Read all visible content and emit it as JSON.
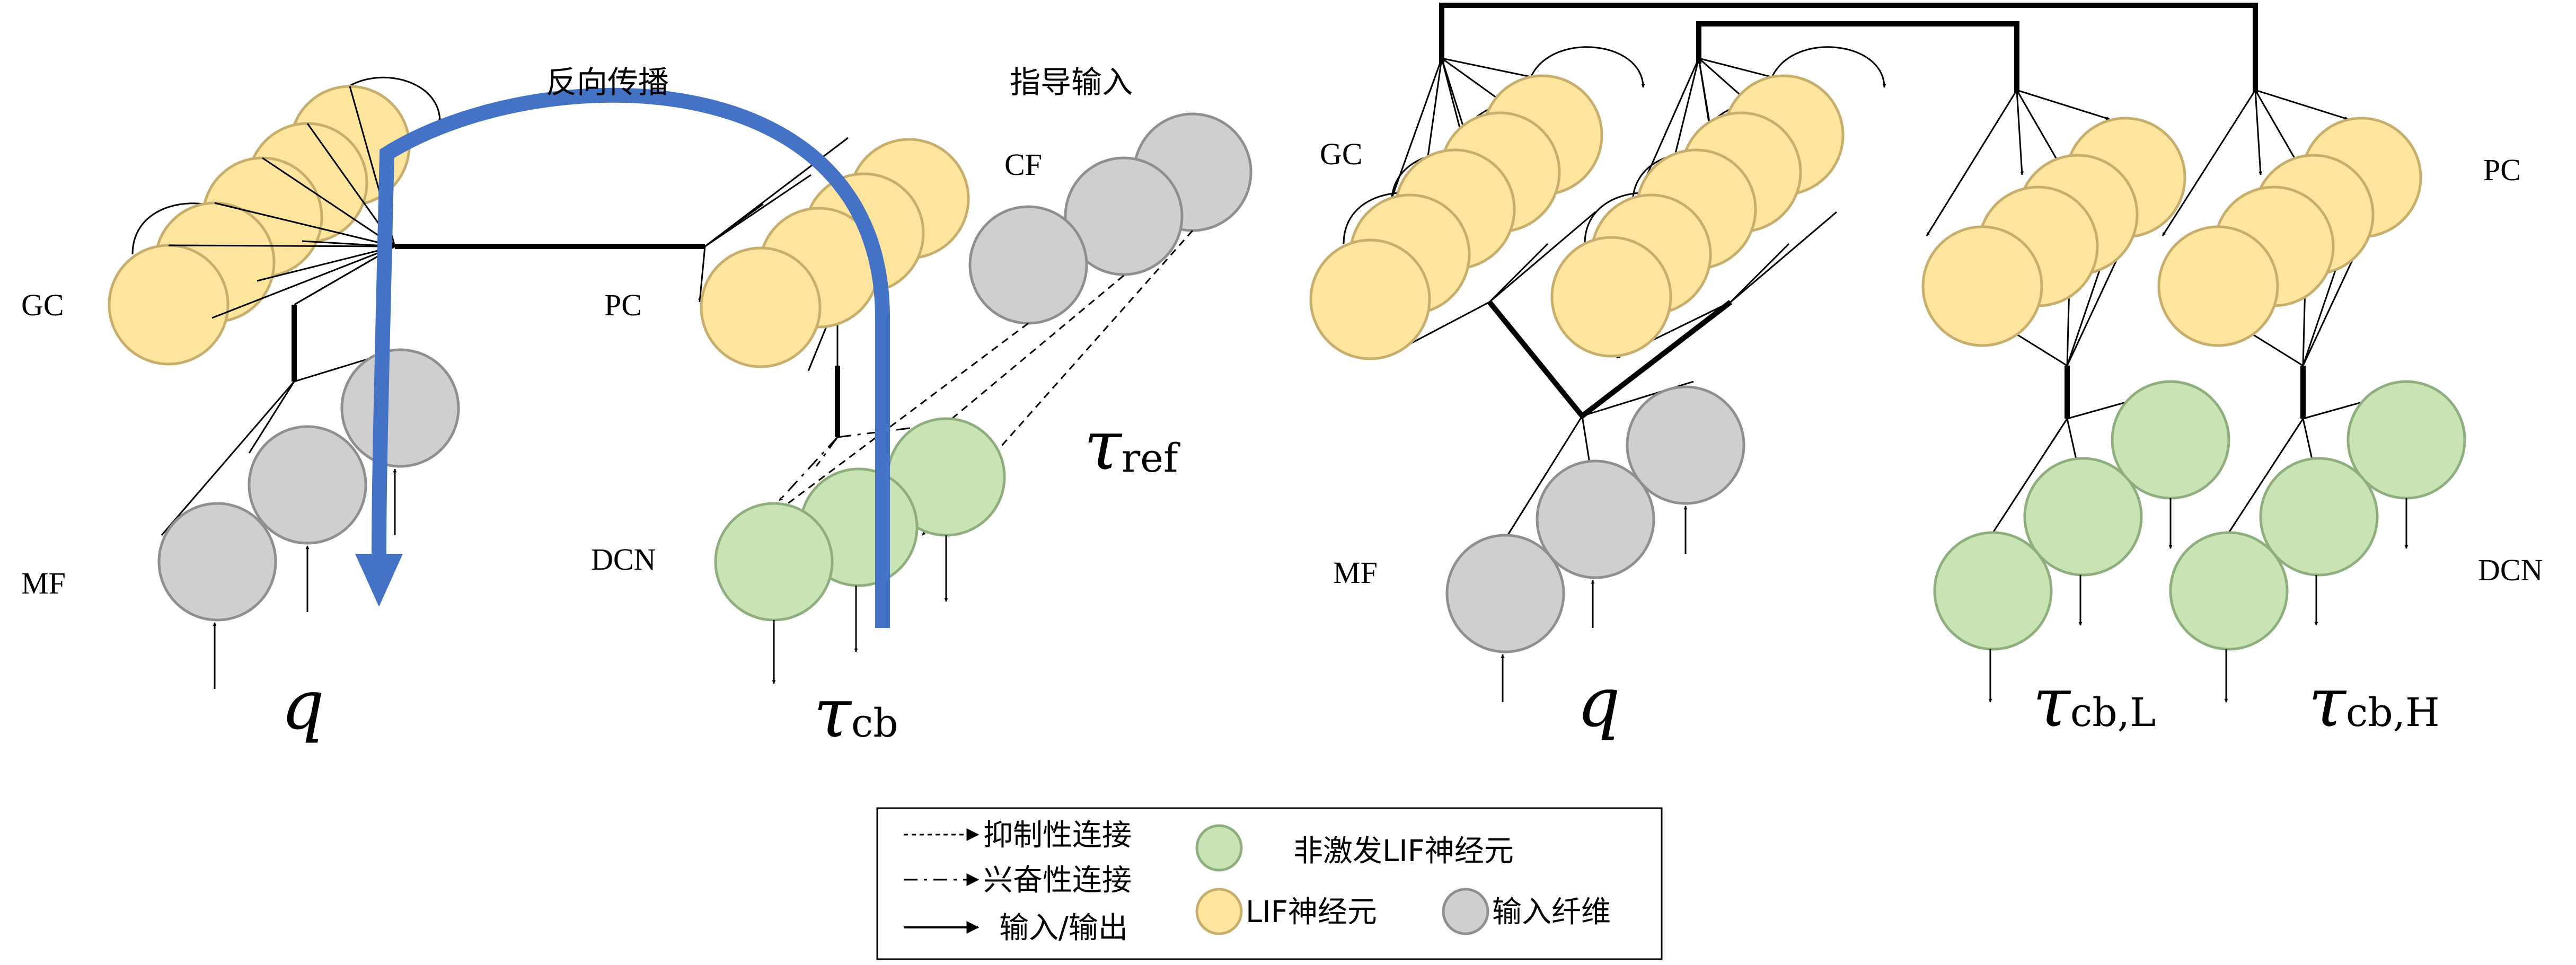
{
  "colors": {
    "gc": "#fde59e",
    "gc_stroke": "#c8ae6d",
    "mf": "#cfcfcf",
    "mf_stroke": "#8f8f8f",
    "dcn": "#c8e4b5",
    "dcn_stroke": "#8fae7e",
    "backprop": "#4472c4"
  },
  "left": {
    "gc": "GC",
    "pc": "PC",
    "mf": "MF",
    "dcn": "DCN",
    "cf": "CF",
    "backprop": "反向传播",
    "teaching": "指导输入",
    "q": "q",
    "tau_ref": "τ",
    "tau_ref_sub": "ref",
    "tau_cb": "τ",
    "tau_cb_sub": "cb"
  },
  "right": {
    "gc": "GC",
    "pc": "PC",
    "mf": "MF",
    "dcn": "DCN",
    "q": "q",
    "tau_l": "τ",
    "tau_l_sub": "cb,L",
    "tau_h": "τ",
    "tau_h_sub": "cb,H"
  },
  "legend": {
    "inhibitory": "抑制性连接",
    "excitatory": "兴奋性连接",
    "io": "输入/输出",
    "nonspiking": "非激发LIF神经元",
    "lif": "LIF神经元",
    "fiber": "输入纤维"
  }
}
